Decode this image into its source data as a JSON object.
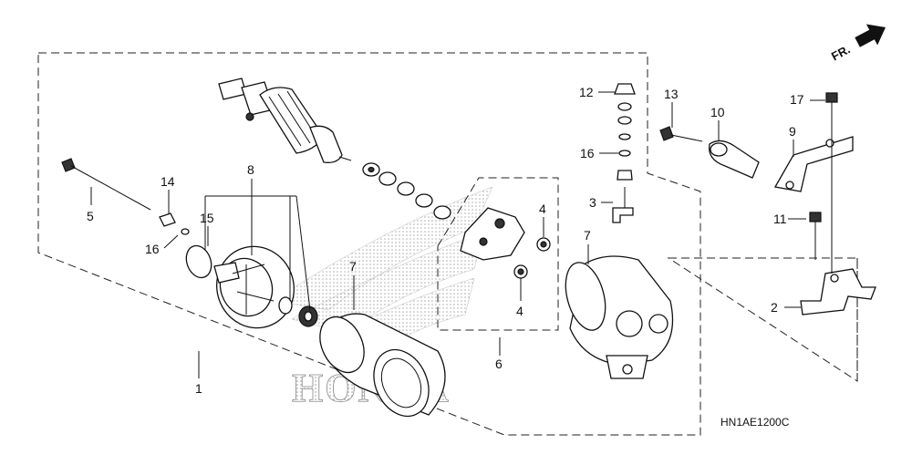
{
  "diagram_code": "HN1AE1200C",
  "watermark_text": "HONDA",
  "direction_label": "FR.",
  "callouts": {
    "c1": "1",
    "c2": "2",
    "c3": "3",
    "c4a": "4",
    "c4b": "4",
    "c5": "5",
    "c6": "6",
    "c7a": "7",
    "c7b": "7",
    "c8": "8",
    "c9": "9",
    "c10": "10",
    "c11": "11",
    "c12": "12",
    "c13": "13",
    "c14": "14",
    "c15": "15",
    "c16a": "16",
    "c16b": "16",
    "c17": "17"
  }
}
